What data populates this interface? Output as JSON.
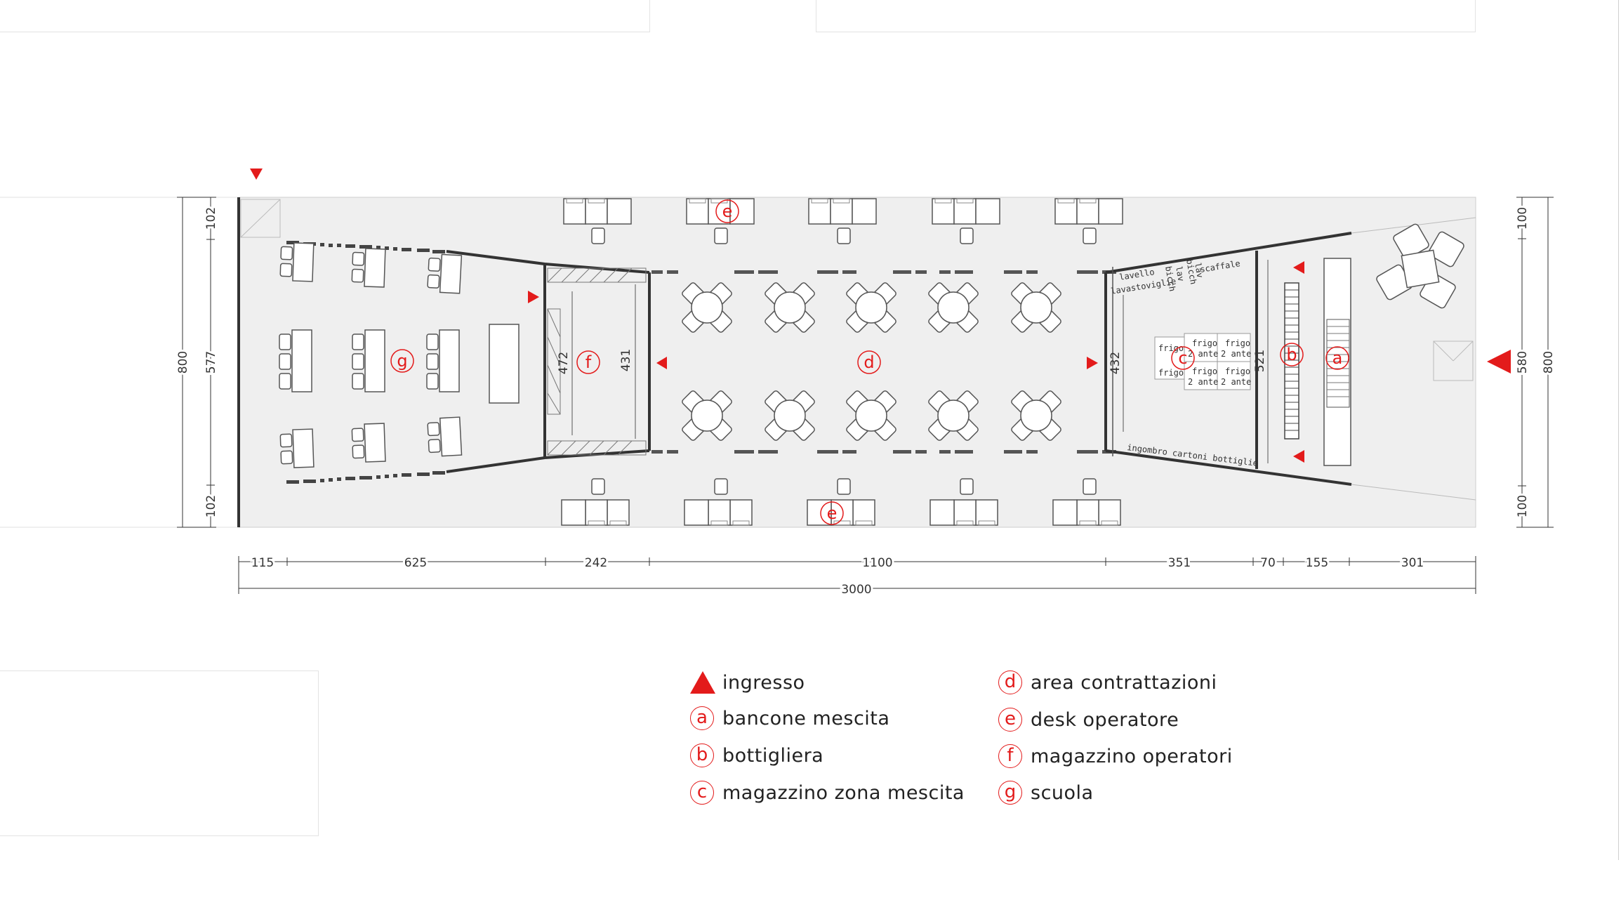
{
  "colors": {
    "accent": "#e31b1b",
    "floor": "#efefef",
    "wall": "#333333",
    "line": "#555555",
    "furniture_fill": "#ffffff"
  },
  "labels": {
    "a": "a",
    "b": "b",
    "c": "c",
    "d": "d",
    "e": "e",
    "f": "f",
    "g": "g"
  },
  "dimensions": {
    "bottom": [
      "115",
      "625",
      "242",
      "1100",
      "351",
      "70",
      "155",
      "301"
    ],
    "total": "3000",
    "left_side": [
      "102",
      "577",
      "102"
    ],
    "left_total": "800",
    "right_side": [
      "100",
      "580",
      "100"
    ],
    "right_total": "800",
    "inner": [
      "472",
      "431",
      "432",
      "521"
    ]
  },
  "annotations": {
    "lavello": "lavello",
    "lavastoviglie": "lavastoviglie",
    "scaffale": "scaffale",
    "bicch1": "bicch",
    "lav": "lav",
    "bicch2": "bicch",
    "lav2": "lav",
    "frigo": "frigo",
    "frigo2ante": "frigo",
    "ante": "2 ante",
    "ingombro": "ingombro cartoni bottiglie"
  },
  "legend": [
    {
      "symbol": "triangle",
      "label": "ingresso"
    },
    {
      "symbol": "a",
      "label": "bancone mescita"
    },
    {
      "symbol": "b",
      "label": "bottigliera"
    },
    {
      "symbol": "c",
      "label": "magazzino zona mescita"
    },
    {
      "symbol": "d",
      "label": "area contrattazioni"
    },
    {
      "symbol": "e",
      "label": "desk operatore"
    },
    {
      "symbol": "f",
      "label": "magazzino operatori"
    },
    {
      "symbol": "g",
      "label": "scuola"
    }
  ]
}
